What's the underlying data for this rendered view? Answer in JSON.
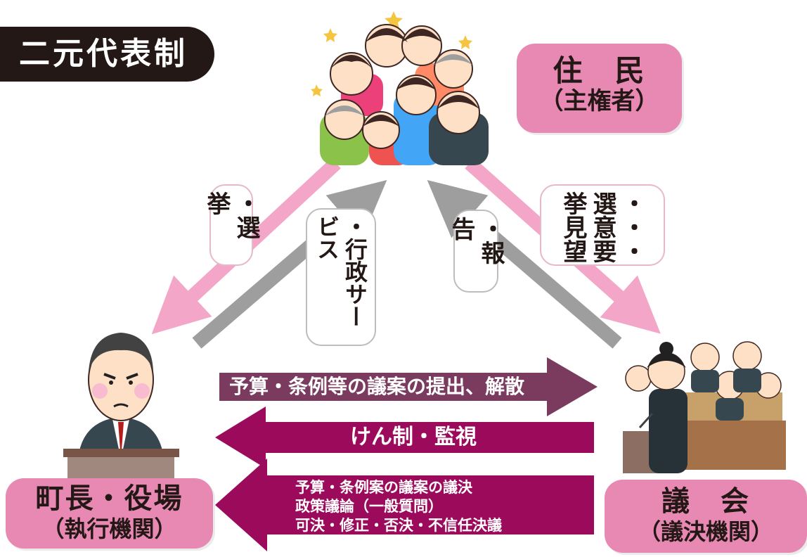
{
  "title": "二元代表制",
  "residents": {
    "name": "住　民",
    "role": "（主権者）"
  },
  "mayor": {
    "name": "町長・役場",
    "role": "（執行機関）"
  },
  "council": {
    "name": "議　会",
    "role": "（議決機関）"
  },
  "labels": {
    "election_left": "・選挙",
    "admin_service": "・行政サービス",
    "report": "・報告",
    "council_up": [
      "・選挙",
      "・意見",
      "・要望"
    ]
  },
  "arrows": {
    "to_council": "予算・条例等の議案の提出、解散",
    "check": "けん制・監視",
    "decisions": [
      "予算・条例案の議案の議決",
      "政策議論（一般質問）",
      "可決・修正・否決・不信任決議"
    ]
  },
  "colors": {
    "pink": "#e889b3",
    "light_pink_arrow": "#f3a6c8",
    "gray_arrow": "#9e9e9e",
    "dark_magenta": "#9c0a5c",
    "muted_magenta": "#7a3b5e",
    "title_bg": "#231815"
  }
}
